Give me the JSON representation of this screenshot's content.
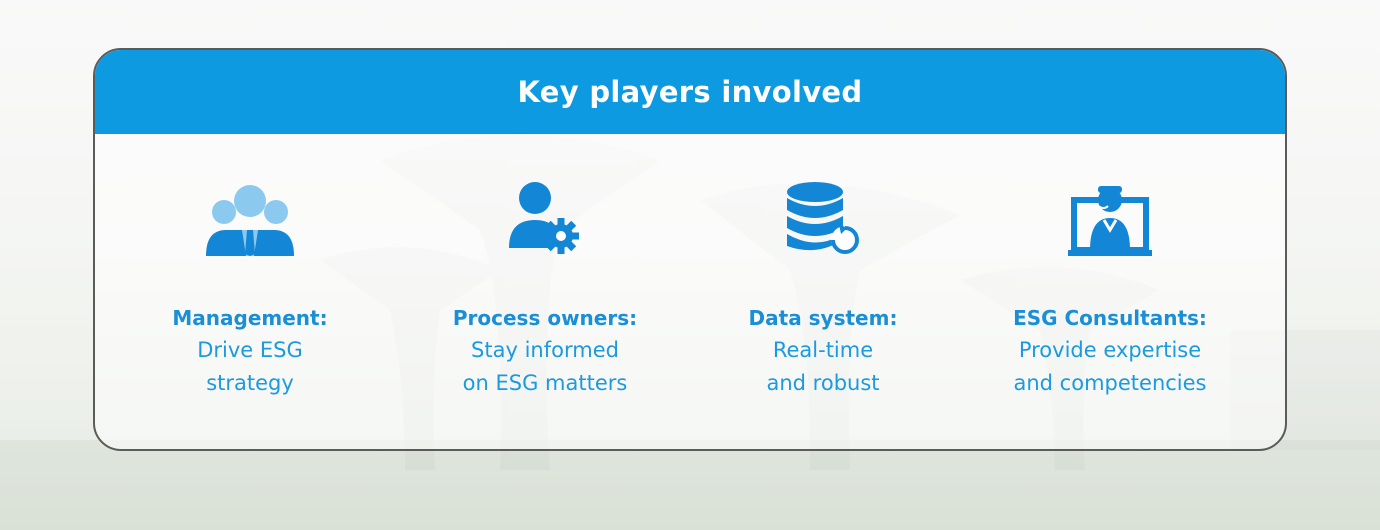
{
  "header": {
    "title": "Key players involved"
  },
  "players": [
    {
      "name": "Management:",
      "line1": "Drive ESG",
      "line2": "strategy",
      "icon": "team-icon"
    },
    {
      "name": "Process owners:",
      "line1": "Stay informed",
      "line2": "on ESG matters",
      "icon": "user-gear-icon"
    },
    {
      "name": "Data system:",
      "line1": "Real-time",
      "line2": "and robust",
      "icon": "database-refresh-icon"
    },
    {
      "name": "ESG Consultants:",
      "line1": "Provide expertise",
      "line2": "and competencies",
      "icon": "consultant-icon"
    }
  ],
  "colors": {
    "accent": "#0d9ae0",
    "icon_dark": "#1386d6",
    "icon_light": "#8cc9ef"
  }
}
